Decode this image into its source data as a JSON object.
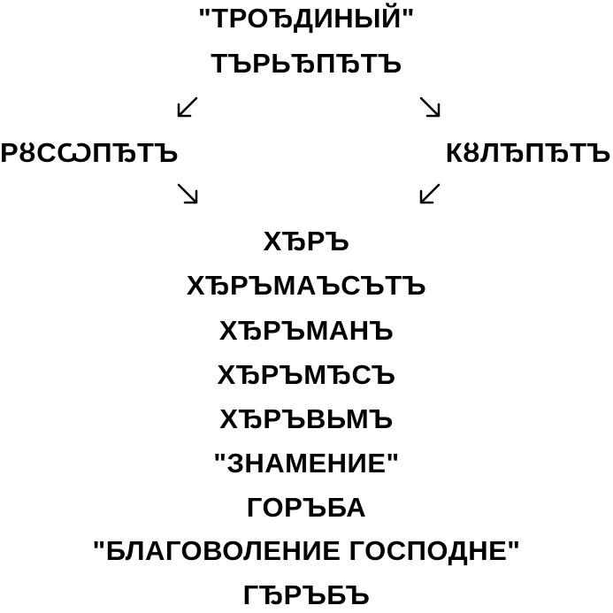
{
  "diagram": {
    "title": "\"ТРОЂДИНЫЙ\"",
    "subtitle": "ТЪРЬЂПЂТЪ",
    "left_branch": "РȣСѠПЂТЪ",
    "right_branch": "КȣЛЂПЂТЪ",
    "arrows": {
      "top_left": "arrow-down-left-icon",
      "top_right": "arrow-down-right-icon",
      "bottom_left": "arrow-down-right-icon",
      "bottom_right": "arrow-down-left-icon"
    },
    "chain": [
      "ХЂРЪ",
      "ХЂРЪМАЪСЪТЪ",
      "ХЂРЪМАНЪ",
      "ХЂРЪМЂСЪ",
      "ХЂРЪВЬМЪ",
      "\"ЗНАМЕНИЕ\"",
      "ГОРЪБА",
      "\"БЛАГОВОЛЕНИЕ ГОСПОДНЕ\"",
      "ГЂРЪБЪ"
    ]
  }
}
